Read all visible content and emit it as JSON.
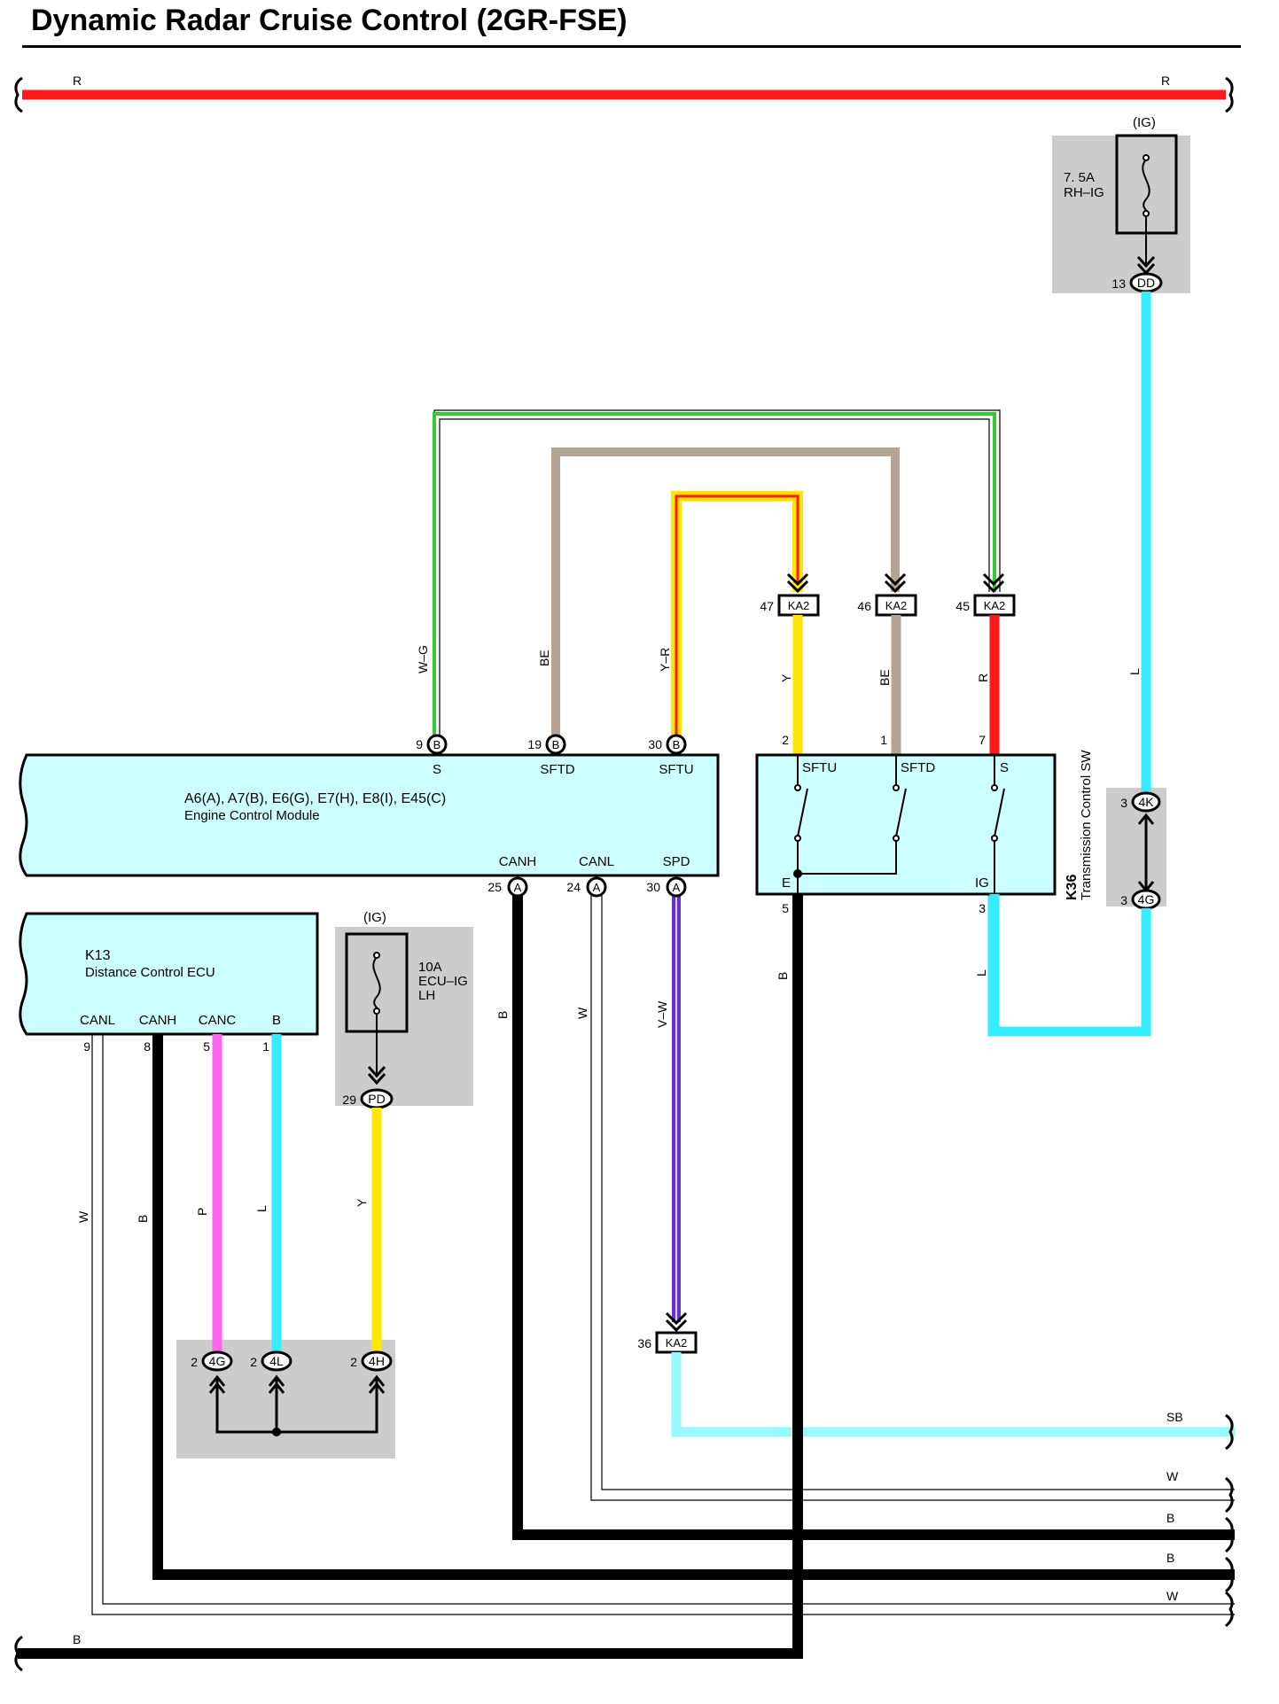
{
  "title": "Dynamic Radar Cruise Control (2GR-FSE)",
  "colors": {
    "R": "#ff1a1a",
    "L": "#33eeff",
    "SB": "#99f7ff",
    "Y": "#ffe600",
    "BE": "#b5a393",
    "B": "#000000",
    "W": "#ffffff",
    "G": "#33cc33",
    "P": "#ff66ee",
    "V": "#6633cc",
    "module_fill": "#ccffff",
    "fuse_box_fill": "#cccccc"
  },
  "wire_labels": {
    "top_left": "R",
    "top_right": "R",
    "wg": "W–G",
    "be_ecm": "BE",
    "yr": "Y–R",
    "y_sw": "Y",
    "be_sw": "BE",
    "r_sw": "R",
    "l_right": "L",
    "b_canh": "B",
    "w_canl": "W",
    "vw": "V–W",
    "b_sw": "B",
    "l_sw": "L",
    "w_k13": "W",
    "b_k13": "B",
    "p_k13": "P",
    "l_k13": "L",
    "y_pd": "Y",
    "sb_right": "SB",
    "w_right1": "W",
    "b_right1": "B",
    "b_right2": "B",
    "w_right2": "W",
    "b_bottom": "B"
  },
  "fuses": {
    "rh_ig": {
      "ig": "(IG)",
      "rating": "7. 5A",
      "name": "RH–IG",
      "pin": "13",
      "connector": "DD"
    },
    "ecu_ig": {
      "ig": "(IG)",
      "rating": "10A",
      "name_1": "ECU–IG",
      "name_2": "LH",
      "pin": "29",
      "connector": "PD"
    }
  },
  "ecm": {
    "codes": "A6(A), A7(B), E6(G), E7(H), E8(I), E45(C)",
    "name": "Engine Control Module",
    "top_pins": [
      {
        "num": "9",
        "conn": "B",
        "label": "S"
      },
      {
        "num": "19",
        "conn": "B",
        "label": "SFTD"
      },
      {
        "num": "30",
        "conn": "B",
        "label": "SFTU"
      }
    ],
    "bottom_pins": [
      {
        "num": "25",
        "conn": "A",
        "label": "CANH"
      },
      {
        "num": "24",
        "conn": "A",
        "label": "CANL"
      },
      {
        "num": "30",
        "conn": "A",
        "label": "SPD"
      }
    ]
  },
  "k13": {
    "code": "K13",
    "name": "Distance Control ECU",
    "pins": [
      {
        "num": "9",
        "label": "CANL"
      },
      {
        "num": "8",
        "label": "CANH"
      },
      {
        "num": "5",
        "label": "CANC"
      },
      {
        "num": "1",
        "label": "B"
      }
    ]
  },
  "k36": {
    "code": "K36",
    "name": "Transmission Control SW",
    "top_pins": [
      {
        "num": "2",
        "label": "SFTU"
      },
      {
        "num": "1",
        "label": "SFTD"
      },
      {
        "num": "7",
        "label": "S"
      }
    ],
    "bottom_pins": [
      {
        "num": "5",
        "label": "E"
      },
      {
        "num": "3",
        "label": "IG"
      }
    ]
  },
  "ka2": [
    {
      "num": "47",
      "conn": "KA2"
    },
    {
      "num": "46",
      "conn": "KA2"
    },
    {
      "num": "45",
      "conn": "KA2"
    },
    {
      "num": "36",
      "conn": "KA2"
    }
  ],
  "junctions": {
    "j4k": {
      "num": "3",
      "conn": "4K"
    },
    "j4g_r": {
      "num": "3",
      "conn": "4G"
    },
    "j4g": {
      "num": "2",
      "conn": "4G"
    },
    "j4l": {
      "num": "2",
      "conn": "4L"
    },
    "j4h": {
      "num": "2",
      "conn": "4H"
    }
  }
}
